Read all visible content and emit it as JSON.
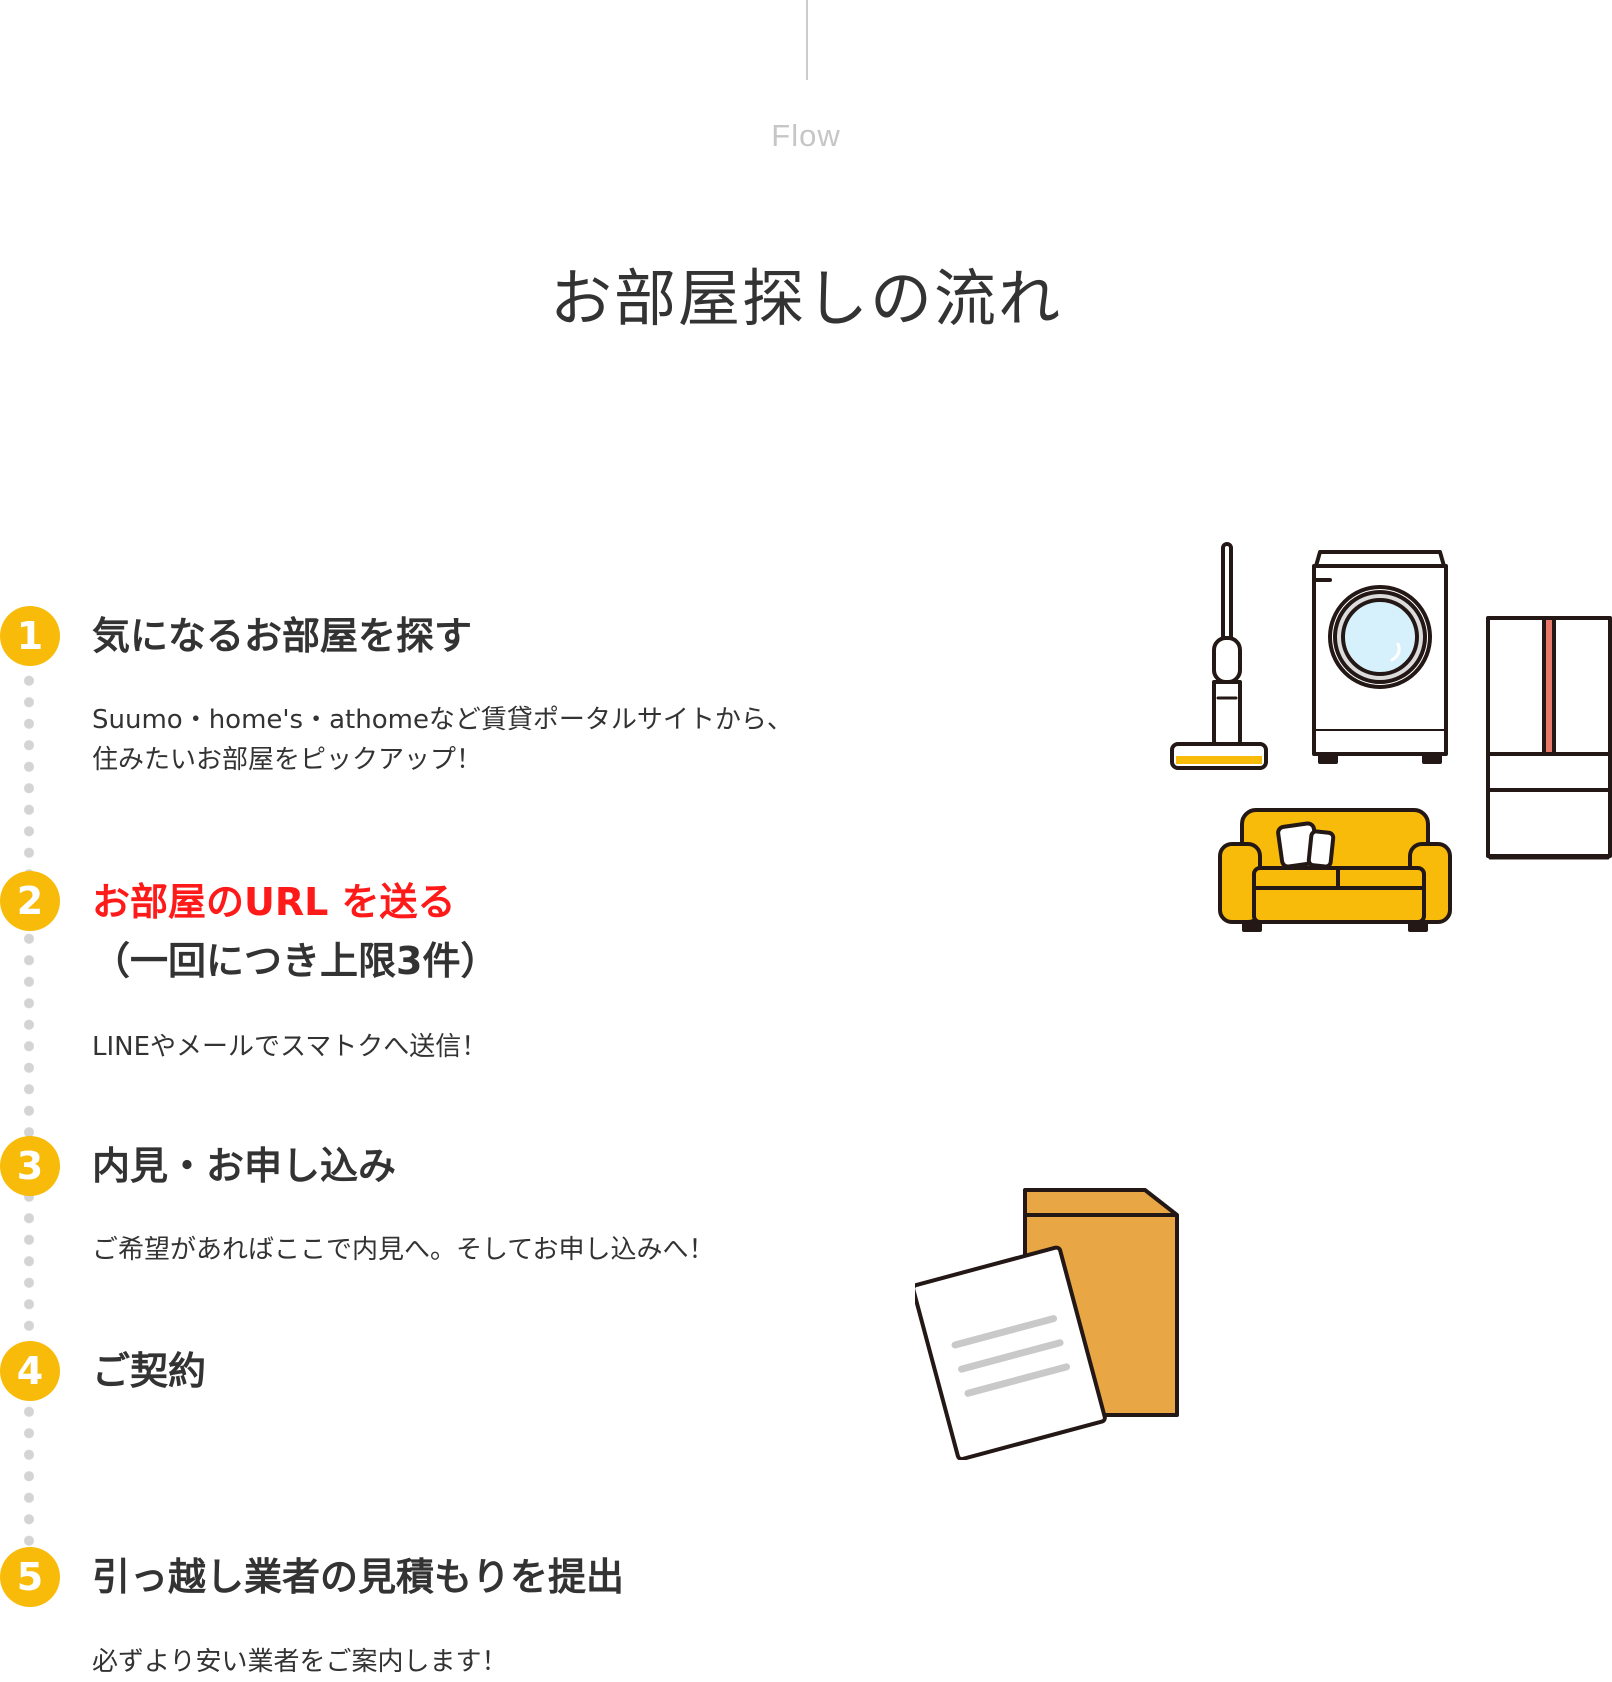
{
  "section": {
    "label": "Flow",
    "title": "お部屋探しの流れ"
  },
  "steps": [
    {
      "number": "1",
      "title": "気になるお部屋を探す",
      "desc_line1": "Suumo・home's・athomeなど賃貸ポータルサイトから、",
      "desc_line2": "住みたいお部屋をピックアップ！"
    },
    {
      "number": "2",
      "title": "お部屋のURL を送る",
      "title_sub": "（一回につき上限3件）",
      "desc_line1": "LINEやメールでスマトクへ送信！"
    },
    {
      "number": "3",
      "title": "内見・お申し込み",
      "desc_line1": "ご希望があればここで内見へ。そしてお申し込みへ！"
    },
    {
      "number": "4",
      "title": "ご契約"
    },
    {
      "number": "5",
      "title": "引っ越し業者の見積もりを提出",
      "desc_line1": "必ずより安い業者をご案内します！"
    }
  ],
  "colors": {
    "accent_yellow": "#f8bb0a",
    "highlight_red": "#ff1a1a",
    "text": "#333333",
    "label_gray": "#c6c6c6",
    "timeline_gray": "#d4d4d4",
    "box_orange": "#e8a644",
    "fridge_stripe": "#e8786a",
    "washer_glass": "#d6f1fb"
  },
  "illustrations": {
    "furniture": "vacuum-washer-fridge-sofa-illustration",
    "contract": "envelope-document-illustration"
  }
}
